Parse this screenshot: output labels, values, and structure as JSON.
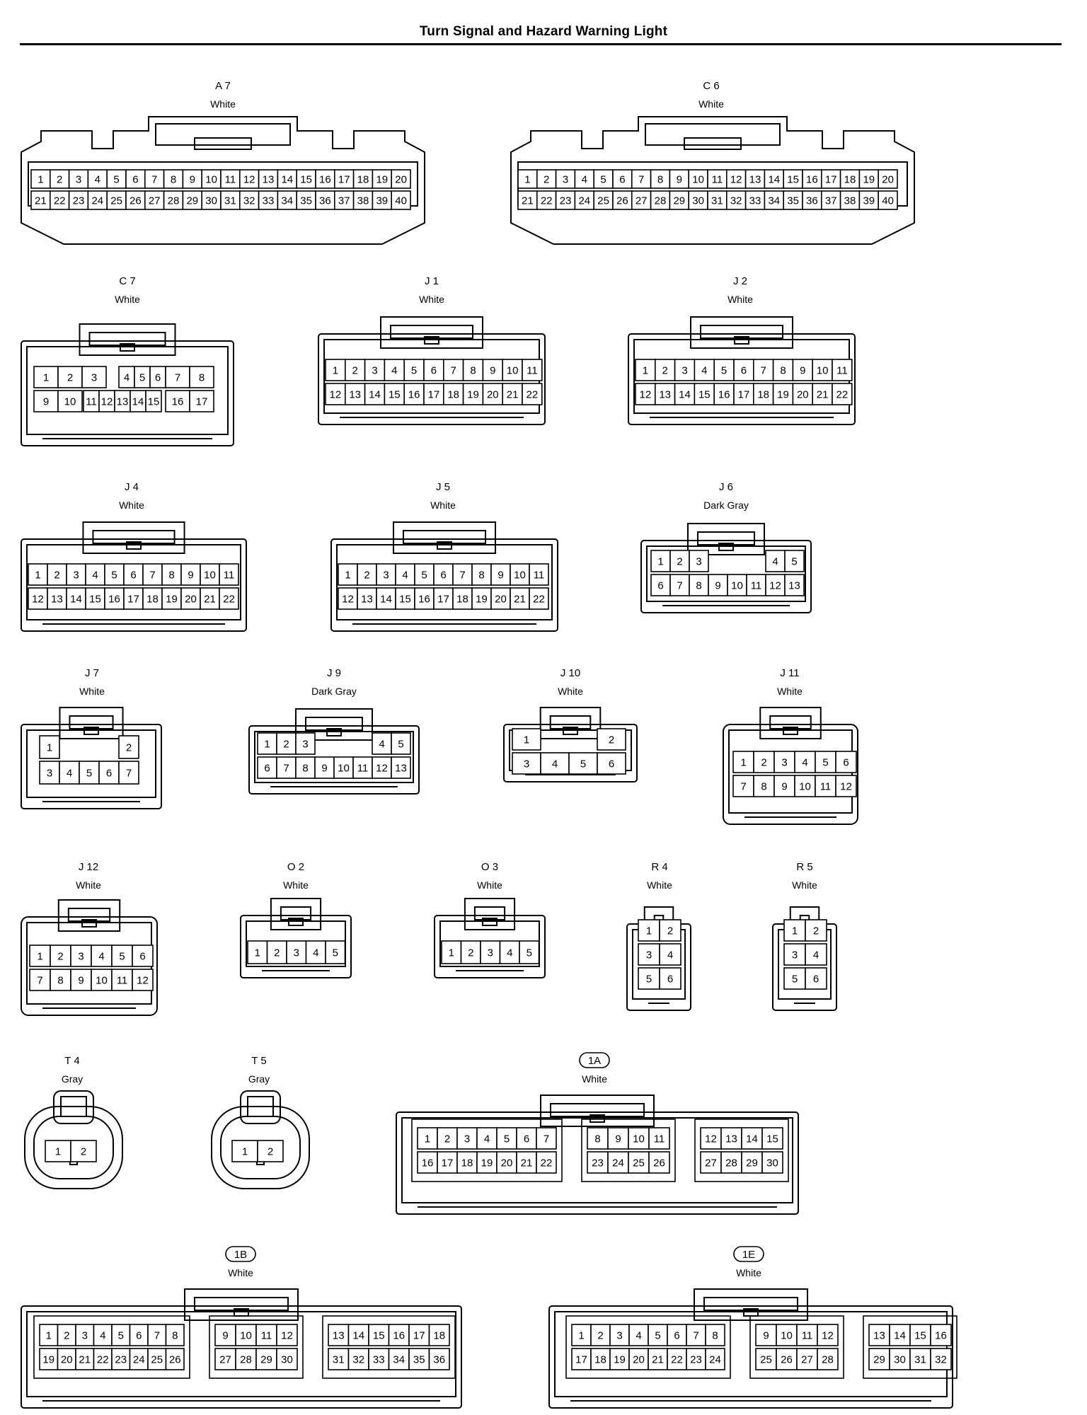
{
  "title": "Turn Signal and Hazard Warning Light",
  "connectors": [
    {
      "name": "A 7",
      "color": "White",
      "rows": [
        [
          "1",
          "2",
          "3",
          "4",
          "5",
          "6",
          "7",
          "8",
          "9",
          "10",
          "11",
          "12",
          "13",
          "14",
          "15",
          "16",
          "17",
          "18",
          "19",
          "20"
        ],
        [
          "21",
          "22",
          "23",
          "24",
          "25",
          "26",
          "27",
          "28",
          "29",
          "30",
          "31",
          "32",
          "33",
          "34",
          "35",
          "36",
          "37",
          "38",
          "39",
          "40"
        ]
      ]
    },
    {
      "name": "C 6",
      "color": "White",
      "rows": [
        [
          "1",
          "2",
          "3",
          "4",
          "5",
          "6",
          "7",
          "8",
          "9",
          "10",
          "11",
          "12",
          "13",
          "14",
          "15",
          "16",
          "17",
          "18",
          "19",
          "20"
        ],
        [
          "21",
          "22",
          "23",
          "24",
          "25",
          "26",
          "27",
          "28",
          "29",
          "30",
          "31",
          "32",
          "33",
          "34",
          "35",
          "36",
          "37",
          "38",
          "39",
          "40"
        ]
      ]
    },
    {
      "name": "C 7",
      "color": "White",
      "rows": [
        [
          "1",
          "2",
          "3",
          "4",
          "5",
          "6",
          "7",
          "8"
        ],
        [
          "9",
          "10",
          "11",
          "12",
          "13",
          "14",
          "15",
          "16",
          "17"
        ]
      ]
    },
    {
      "name": "J 1",
      "color": "White",
      "rows": [
        [
          "1",
          "2",
          "3",
          "4",
          "5",
          "6",
          "7",
          "8",
          "9",
          "10",
          "11"
        ],
        [
          "12",
          "13",
          "14",
          "15",
          "16",
          "17",
          "18",
          "19",
          "20",
          "21",
          "22"
        ]
      ]
    },
    {
      "name": "J 2",
      "color": "White",
      "rows": [
        [
          "1",
          "2",
          "3",
          "4",
          "5",
          "6",
          "7",
          "8",
          "9",
          "10",
          "11"
        ],
        [
          "12",
          "13",
          "14",
          "15",
          "16",
          "17",
          "18",
          "19",
          "20",
          "21",
          "22"
        ]
      ]
    },
    {
      "name": "J 4",
      "color": "White",
      "rows": [
        [
          "1",
          "2",
          "3",
          "4",
          "5",
          "6",
          "7",
          "8",
          "9",
          "10",
          "11"
        ],
        [
          "12",
          "13",
          "14",
          "15",
          "16",
          "17",
          "18",
          "19",
          "20",
          "21",
          "22"
        ]
      ]
    },
    {
      "name": "J 5",
      "color": "White",
      "rows": [
        [
          "1",
          "2",
          "3",
          "4",
          "5",
          "6",
          "7",
          "8",
          "9",
          "10",
          "11"
        ],
        [
          "12",
          "13",
          "14",
          "15",
          "16",
          "17",
          "18",
          "19",
          "20",
          "21",
          "22"
        ]
      ]
    },
    {
      "name": "J 6",
      "color": "Dark Gray",
      "rows": [
        [
          "1",
          "2",
          "3",
          "",
          "",
          "",
          "4",
          "5"
        ],
        [
          "6",
          "7",
          "8",
          "9",
          "10",
          "11",
          "12",
          "13"
        ]
      ]
    },
    {
      "name": "J 7",
      "color": "White",
      "rows": [
        [
          "1",
          "",
          "",
          "",
          "2"
        ],
        [
          "3",
          "4",
          "5",
          "6",
          "7"
        ]
      ]
    },
    {
      "name": "J 9",
      "color": "Dark Gray",
      "rows": [
        [
          "1",
          "2",
          "3",
          "",
          "",
          "",
          "4",
          "5"
        ],
        [
          "6",
          "7",
          "8",
          "9",
          "10",
          "11",
          "12",
          "13"
        ]
      ]
    },
    {
      "name": "J 10",
      "color": "White",
      "rows": [
        [
          "1",
          "",
          "",
          "2"
        ],
        [
          "3",
          "4",
          "5",
          "6"
        ]
      ]
    },
    {
      "name": "J 11",
      "color": "White",
      "rows": [
        [
          "1",
          "2",
          "3",
          "4",
          "5",
          "6"
        ],
        [
          "7",
          "8",
          "9",
          "10",
          "11",
          "12"
        ]
      ]
    },
    {
      "name": "J 12",
      "color": "White",
      "rows": [
        [
          "1",
          "2",
          "3",
          "4",
          "5",
          "6"
        ],
        [
          "7",
          "8",
          "9",
          "10",
          "11",
          "12"
        ]
      ]
    },
    {
      "name": "O 2",
      "color": "White",
      "rows": [
        [
          "1",
          "2",
          "3",
          "4",
          "5"
        ]
      ]
    },
    {
      "name": "O 3",
      "color": "White",
      "rows": [
        [
          "1",
          "2",
          "3",
          "4",
          "5"
        ]
      ]
    },
    {
      "name": "R 4",
      "color": "White",
      "rows": [
        [
          "1",
          "2"
        ],
        [
          "3",
          "4"
        ],
        [
          "5",
          "6"
        ]
      ]
    },
    {
      "name": "R 5",
      "color": "White",
      "rows": [
        [
          "1",
          "2"
        ],
        [
          "3",
          "4"
        ],
        [
          "5",
          "6"
        ]
      ]
    },
    {
      "name": "T 4",
      "color": "Gray",
      "rows": [
        [
          "1",
          "2"
        ]
      ]
    },
    {
      "name": "T 5",
      "color": "Gray",
      "rows": [
        [
          "1",
          "2"
        ]
      ]
    },
    {
      "name": "1A",
      "color": "White",
      "rows": [
        [
          "1",
          "2",
          "3",
          "4",
          "5",
          "6",
          "7",
          "8",
          "9",
          "10",
          "11",
          "12",
          "13",
          "14",
          "15"
        ],
        [
          "16",
          "17",
          "18",
          "19",
          "20",
          "21",
          "22",
          "23",
          "24",
          "25",
          "26",
          "27",
          "28",
          "29",
          "30"
        ]
      ]
    },
    {
      "name": "1B",
      "color": "White",
      "rows": [
        [
          "1",
          "2",
          "3",
          "4",
          "5",
          "6",
          "7",
          "8",
          "9",
          "10",
          "11",
          "12",
          "13",
          "14",
          "15",
          "16",
          "17",
          "18"
        ],
        [
          "19",
          "20",
          "21",
          "22",
          "23",
          "24",
          "25",
          "26",
          "27",
          "28",
          "29",
          "30",
          "31",
          "32",
          "33",
          "34",
          "35",
          "36"
        ]
      ]
    },
    {
      "name": "1E",
      "color": "White",
      "rows": [
        [
          "1",
          "2",
          "3",
          "4",
          "5",
          "6",
          "7",
          "8",
          "9",
          "10",
          "11",
          "12",
          "13",
          "14",
          "15",
          "16"
        ],
        [
          "17",
          "18",
          "19",
          "20",
          "21",
          "22",
          "23",
          "24",
          "25",
          "26",
          "27",
          "28",
          "29",
          "30",
          "31",
          "32"
        ]
      ]
    }
  ]
}
